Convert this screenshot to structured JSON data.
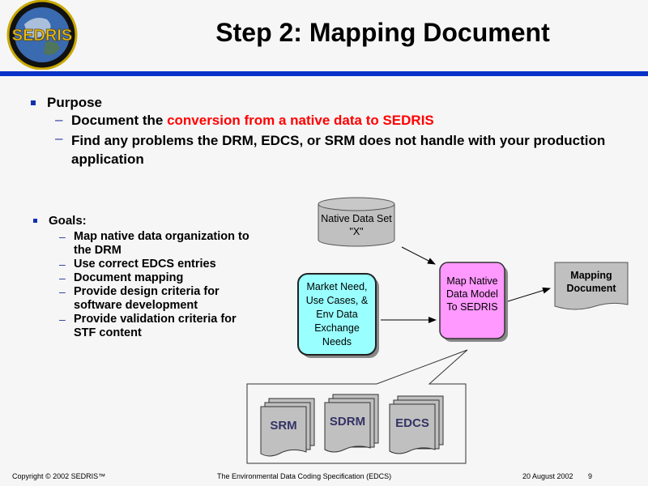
{
  "logo": {
    "text": "SEDRIS"
  },
  "title": "Step 2: Mapping Document",
  "purpose": {
    "label": "Purpose",
    "items": [
      {
        "prefix": "Document the ",
        "highlight": "conversion from a native data to SEDRIS"
      },
      {
        "text": "Find any problems the DRM, EDCS, or SRM does not handle with your production application"
      }
    ]
  },
  "goals": {
    "label": "Goals:",
    "items": [
      "Map native data organization to the DRM",
      "Use correct EDCS entries",
      "Document mapping",
      "Provide design criteria for software development",
      "Provide validation criteria for STF content"
    ]
  },
  "diagram": {
    "native_data": "Native Data Set \"X\"",
    "market_need": "Market Need, Use Cases, & Env Data Exchange Needs",
    "map_native": "Map Native Data Model To SEDRIS",
    "mapping_doc": "Mapping Document",
    "docs": [
      "SRM",
      "SDRM",
      "EDCS"
    ]
  },
  "footer": {
    "copyright": "Copyright © 2002 SEDRIS™",
    "center": "The Environmental Data Coding Specification (EDCS)",
    "date": "20 August 2002",
    "page": "9"
  },
  "colors": {
    "accent_blue": "#0a32c8",
    "highlight_red": "#ff0000",
    "cyan": "#99ffff",
    "pink": "#ff99ff",
    "doc_gray": "#c0c0c0"
  }
}
